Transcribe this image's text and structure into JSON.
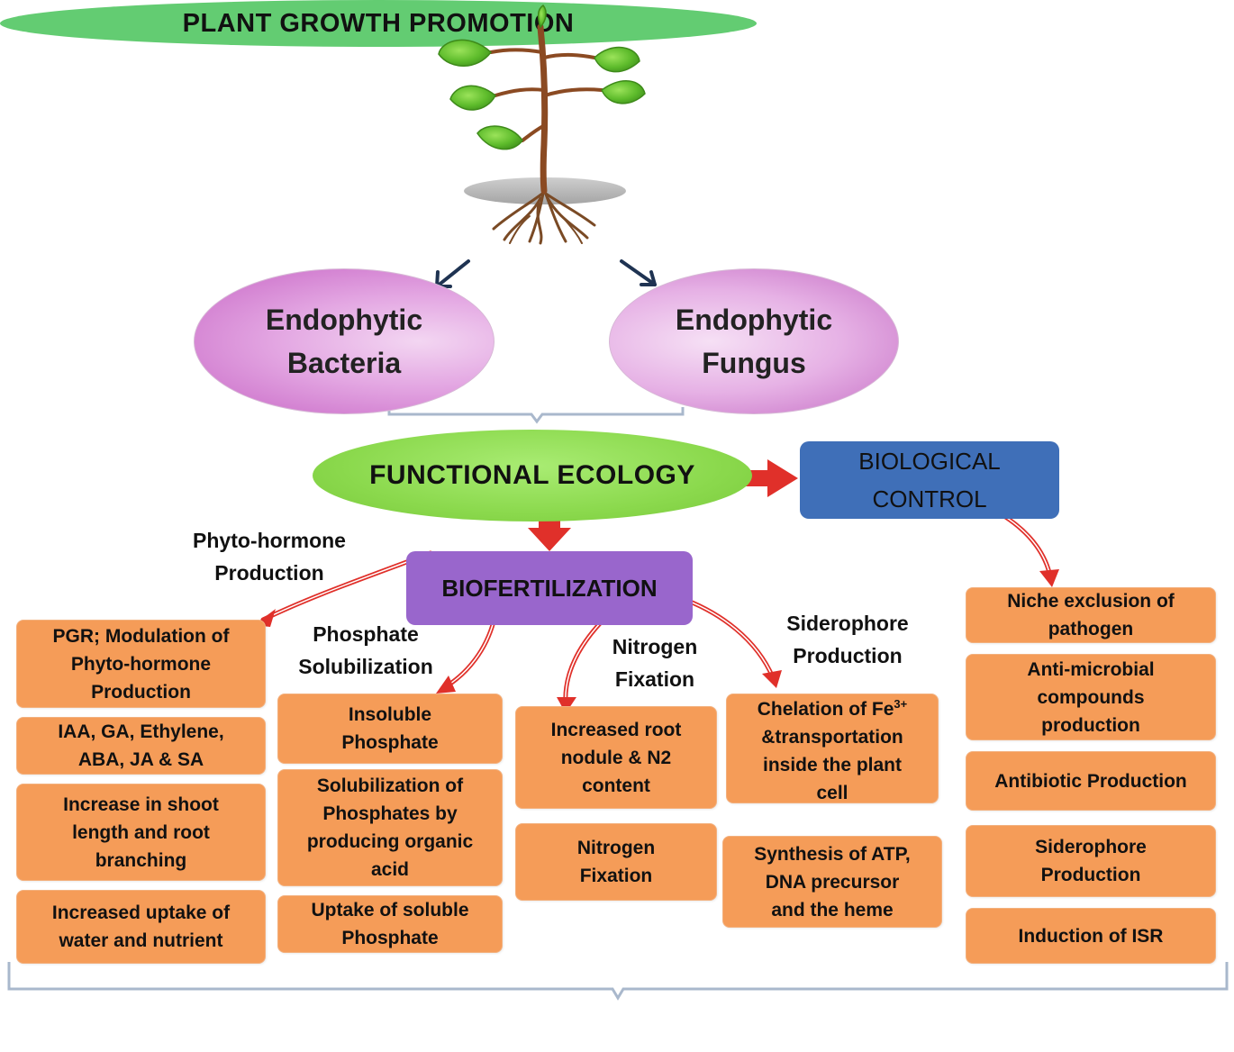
{
  "ellipses": {
    "bacteria": {
      "line1": "Endophytic",
      "line2": "Bacteria"
    },
    "fungus": {
      "line1": "Endophytic",
      "line2": "Fungus"
    }
  },
  "functional_ecology": "FUNCTIONAL ECOLOGY",
  "biological_control": {
    "line1": "BIOLOGICAL",
    "line2": "CONTROL"
  },
  "biofertilization": "BIOFERTILIZATION",
  "labels": {
    "phyto": {
      "line1": "Phyto-hormone",
      "line2": "Production"
    },
    "phosphate": {
      "line1": "Phosphate",
      "line2": "Solubilization"
    },
    "nitrogen": {
      "line1": "Nitrogen",
      "line2": "Fixation"
    },
    "siderophore": {
      "line1": "Siderophore",
      "line2": "Production"
    }
  },
  "col_phyto": [
    {
      "l1": "PGR; Modulation of",
      "l2": "Phyto-hormone",
      "l3": "Production"
    },
    {
      "l1": "IAA, GA, Ethylene,",
      "l2": "ABA, JA & SA"
    },
    {
      "l1": "Increase in shoot",
      "l2": "length and root",
      "l3": "branching"
    },
    {
      "l1": "Increased uptake of",
      "l2": "water and nutrient"
    }
  ],
  "col_phosphate": [
    {
      "l1": "Insoluble",
      "l2": "Phosphate"
    },
    {
      "l1": "Solubilization of",
      "l2": "Phosphates by",
      "l3": "producing organic",
      "l4": "acid"
    },
    {
      "l1": "Uptake of soluble",
      "l2": "Phosphate"
    }
  ],
  "col_nitrogen": [
    {
      "l1": "Increased root",
      "l2": "nodule & N2",
      "l3": "content"
    },
    {
      "l1": "Nitrogen",
      "l2": "Fixation"
    }
  ],
  "col_siderophore": [
    {
      "l1a": "Chelation of Fe",
      "l1sup": "3+",
      "l2": "&transportation",
      "l3": "inside the plant",
      "l4": "cell"
    },
    {
      "l1": "Synthesis of ATP,",
      "l2": "DNA precursor",
      "l3": "and the heme"
    }
  ],
  "col_control": [
    {
      "l1": "Niche exclusion of",
      "l2": "pathogen"
    },
    {
      "l1": "Anti-microbial",
      "l2": "compounds",
      "l3": "production"
    },
    {
      "l1": "Antibiotic Production"
    },
    {
      "l1": "Siderophore",
      "l2": "Production"
    },
    {
      "l1": "Induction of ISR"
    }
  ],
  "plant_growth_promotion": "PLANT GROWTH PROMOTION",
  "colors": {
    "box_fill": "#f59c58",
    "arrow_red": "#e0302a",
    "leaf_green": "#5fbf2e",
    "stem_brown": "#8b4a22",
    "root_brown": "#7a4a25",
    "bracket": "#a9b8cc"
  }
}
